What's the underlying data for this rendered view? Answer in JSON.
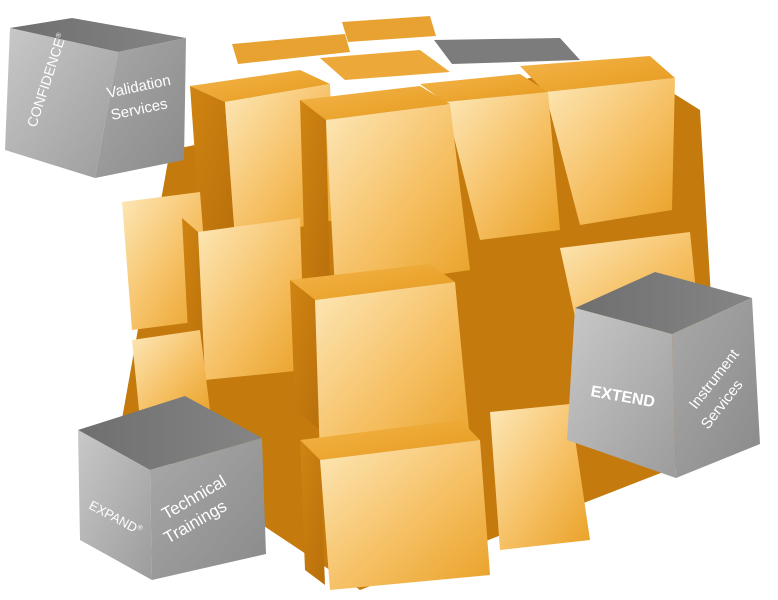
{
  "diagram": {
    "cube_color": "#e9a126",
    "service_cube_color": "#9a9a9a",
    "service_cubes": [
      {
        "id": "confidence",
        "brand": "CONFIDENCE",
        "brand_mark": "®",
        "label_line1": "Validation",
        "label_line2": "Services"
      },
      {
        "id": "extend",
        "brand": "EXTEND",
        "brand_mark": "",
        "label_line1": "Instrument",
        "label_line2": "Services"
      },
      {
        "id": "expand",
        "brand": "EXPAND",
        "brand_mark": "®",
        "label_line1": "Technical",
        "label_line2": "Trainings"
      }
    ]
  }
}
